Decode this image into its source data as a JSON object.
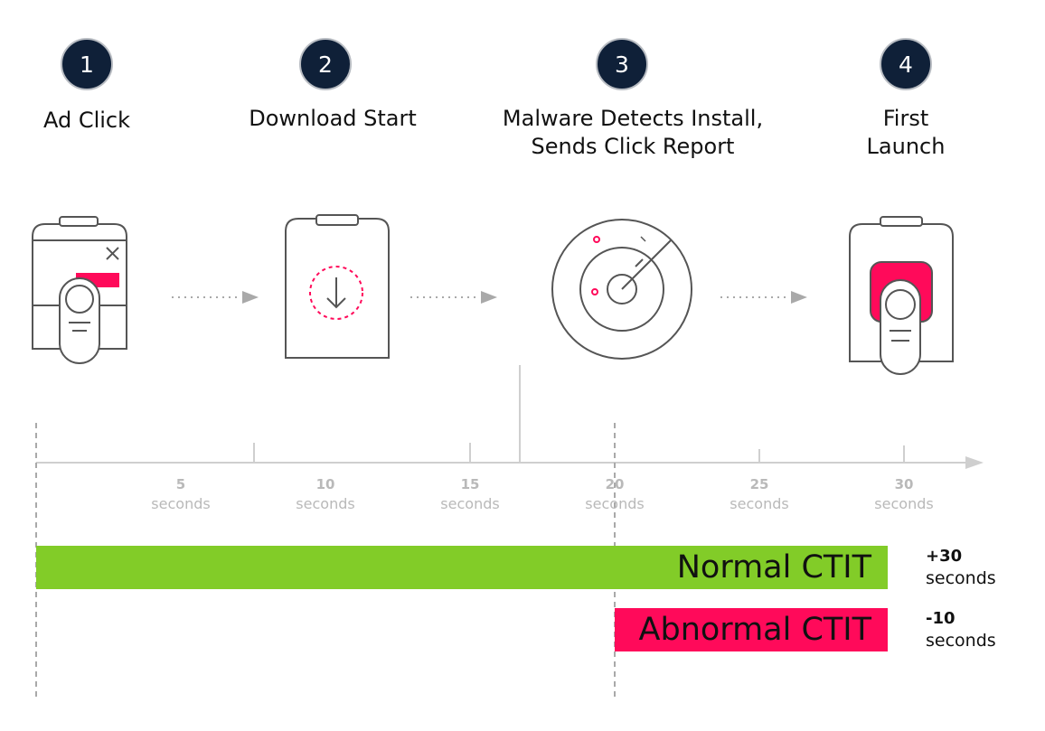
{
  "steps": [
    {
      "number": "1",
      "title": "Ad Click"
    },
    {
      "number": "2",
      "title": "Download Start"
    },
    {
      "number": "3",
      "title": "Malware Detects Install,\nSends Click Report"
    },
    {
      "number": "4",
      "title": "First\nLaunch"
    }
  ],
  "icons": [
    "phone-ad-tap-icon",
    "phone-download-icon",
    "radar-icon",
    "phone-app-tap-icon"
  ],
  "timeline": {
    "ticks": [
      {
        "value": "5",
        "unit": "seconds"
      },
      {
        "value": "10",
        "unit": "seconds"
      },
      {
        "value": "15",
        "unit": "seconds"
      },
      {
        "value": "20",
        "unit": "seconds"
      },
      {
        "value": "25",
        "unit": "seconds"
      },
      {
        "value": "30",
        "unit": "seconds"
      }
    ]
  },
  "bars": {
    "normal": {
      "label": "Normal CTIT",
      "delta": "+30",
      "unit": "seconds",
      "start": 0,
      "end": 30,
      "color": "#82cc28"
    },
    "abnormal": {
      "label": "Abnormal CTIT",
      "delta": "-10",
      "unit": "seconds",
      "start": 20,
      "end": 30,
      "color": "#ff0a5a"
    }
  }
}
